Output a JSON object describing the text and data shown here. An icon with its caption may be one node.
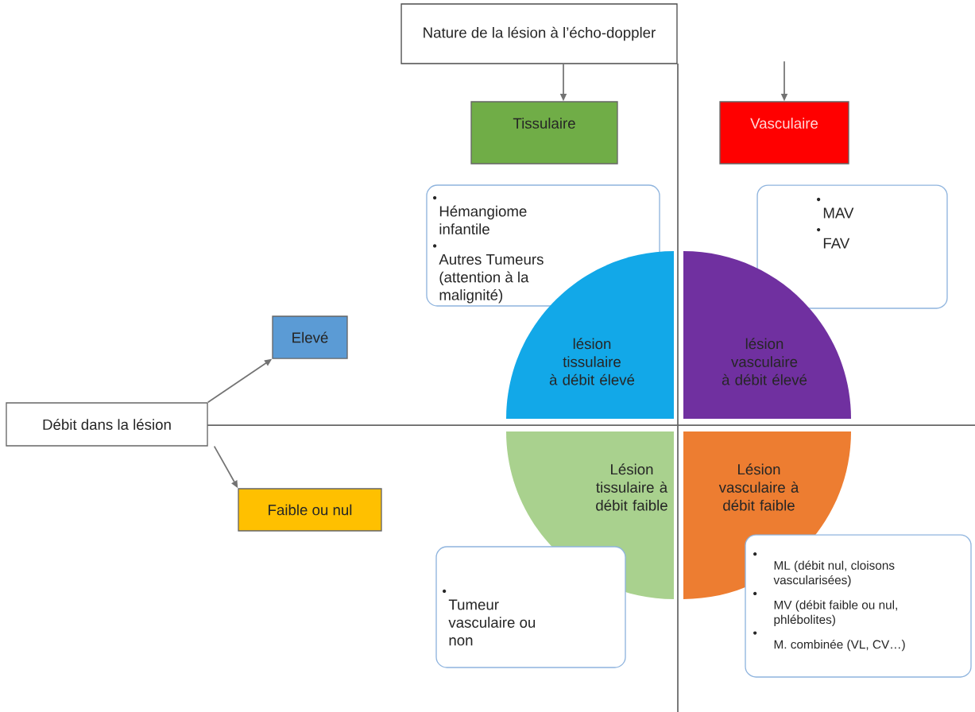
{
  "diagram": {
    "nodes": [
      {
        "text": [
          "Nature de la lésion à l’écho-doppler"
        ]
      },
      {
        "text": [
          "Tissulaire"
        ]
      },
      {
        "text": [
          "Vasculaire"
        ]
      },
      {
        "text": [
          "Hémangiome infantile",
          "Autres Tumeurs (attention à la malignité)"
        ]
      },
      {
        "text": [
          "MAV",
          "FAV"
        ]
      },
      {
        "text": [
          "Elevé"
        ]
      },
      {
        "text": [
          "lésion tissulaire à débit élevé"
        ]
      },
      {
        "text": [
          "lésion vasculaire à débit élevé"
        ]
      },
      {
        "text": [
          "Débit dans la lésion"
        ]
      },
      {
        "text": [
          "Lésion tissulaire à débit faible"
        ]
      },
      {
        "text": [
          "Lésion vasculaire à débit faible"
        ]
      },
      {
        "text": [
          "Faible ou nul"
        ]
      },
      {
        "text": [
          "Tumeur vasculaire ou non"
        ]
      },
      {
        "text": [
          "ML (débit nul, cloisons vascularisées)",
          "MV (débit faible ou nul, phlébolites)",
          "M. combinée (VL, CV…)"
        ]
      }
    ],
    "edges": [
      {
        "from": 0,
        "to": 1,
        "arrow": "to"
      },
      {
        "from": null,
        "to": 2,
        "arrow": "to"
      },
      {
        "from": 8,
        "to": 5,
        "arrow": "to"
      },
      {
        "from": 8,
        "to": 11,
        "arrow": "to"
      }
    ]
  }
}
